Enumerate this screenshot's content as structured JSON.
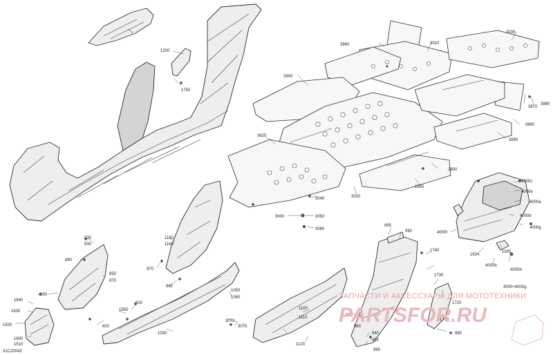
{
  "diagram_id": "31C20042",
  "watermark": {
    "text": "ЗАПЧАСТИ И АКСЕССУАРЫ ДЛЯ МОТОТЕХНИКИ",
    "brand": "PARTSFOR.RU",
    "color": "#e8a0a0"
  },
  "callouts": [
    "1200",
    "1750",
    "3860",
    "3010",
    "3036",
    "2900",
    "3870",
    "3880",
    "3860",
    "3890",
    "3620",
    "2900",
    "2950",
    "3020",
    "3040",
    "3000",
    "3050",
    "3060",
    "4000c",
    "4000e",
    "4000a",
    "4000f",
    "4000b",
    "4000g",
    "1934",
    "1935",
    "4000b",
    "4000d",
    "4000+4000g",
    "995",
    "990",
    "1740",
    "1730",
    "1720",
    "1710",
    "985",
    "970",
    "960",
    "1100",
    "1110",
    "1120",
    "940",
    "950",
    "980",
    "3072",
    "3075",
    "1050",
    "1060",
    "1030",
    "1150",
    "1160",
    "970",
    "960",
    "935",
    "930",
    "880",
    "850",
    "870",
    "890",
    "910",
    "1550",
    "920",
    "1640",
    "1630",
    "1620",
    "1600",
    "1510"
  ]
}
